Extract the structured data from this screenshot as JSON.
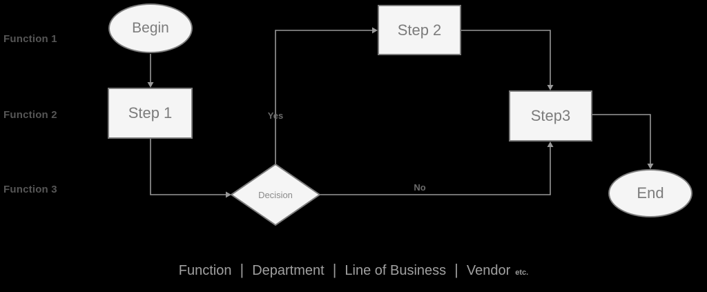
{
  "diagram": {
    "type": "flowchart-swimlane",
    "lanes": [
      {
        "label": "Function 1"
      },
      {
        "label": "Function 2"
      },
      {
        "label": "Function 3"
      }
    ],
    "nodes": [
      {
        "id": "begin",
        "shape": "ellipse",
        "label": "Begin"
      },
      {
        "id": "step1",
        "shape": "rect",
        "label": "Step 1"
      },
      {
        "id": "step2",
        "shape": "rect",
        "label": "Step 2"
      },
      {
        "id": "decision",
        "shape": "diamond",
        "label": "Decision"
      },
      {
        "id": "step3",
        "shape": "rect",
        "label": "Step3"
      },
      {
        "id": "end",
        "shape": "ellipse",
        "label": "End"
      }
    ],
    "edges": [
      {
        "from": "begin",
        "to": "step1",
        "label": ""
      },
      {
        "from": "step1",
        "to": "decision",
        "label": ""
      },
      {
        "from": "decision",
        "to": "step2",
        "label": "Yes"
      },
      {
        "from": "decision",
        "to": "step3",
        "label": "No"
      },
      {
        "from": "step2",
        "to": "step3",
        "label": ""
      },
      {
        "from": "step3",
        "to": "end",
        "label": ""
      }
    ],
    "edge_labels": {
      "yes": "Yes",
      "no": "No"
    },
    "caption": {
      "parts": [
        "Function",
        "Department",
        "Line of Business",
        "Vendor"
      ],
      "separator": "|",
      "suffix": "etc."
    },
    "colors": {
      "background": "#000000",
      "node_fill": "#f5f5f5",
      "node_border": "#7d7d7d",
      "node_text": "#7c7c7c",
      "connector": "#999999",
      "lane_label": "#565656",
      "edge_label": "#6b6b6b",
      "caption_text": "#a0a0a0"
    }
  }
}
